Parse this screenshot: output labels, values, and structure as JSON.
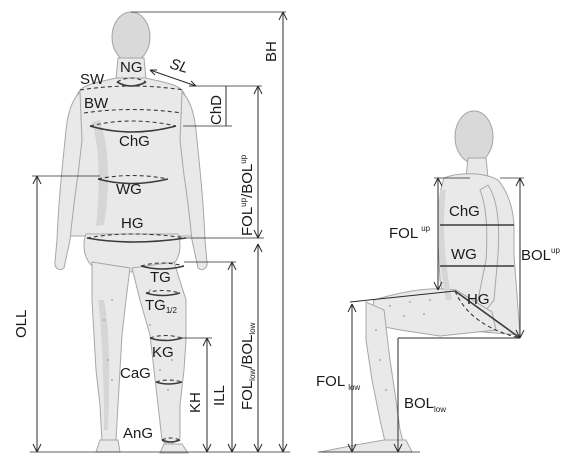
{
  "front_figure": {
    "girths": {
      "neck": "NG",
      "bust": "BW",
      "chest": "ChG",
      "waist": "WG",
      "hip": "HG",
      "thigh": "TG",
      "mid_thigh_main": "TG",
      "mid_thigh_sub": "1/2",
      "knee": "KG",
      "calf": "CaG",
      "ankle": "AnG"
    },
    "lengths": {
      "shoulder_width": "SW",
      "shoulder_length": "SL",
      "chest_depth": "ChD",
      "body_height": "BH",
      "outside_leg": "OLL",
      "inside_leg": "ILL",
      "knee_height": "KH",
      "fol_up_main": "FOL",
      "fol_up_sup": "up",
      "bol_up_main": "/BOL",
      "bol_up_sup": "up",
      "fol_low_main": "FOL",
      "fol_low_sub": "low",
      "bol_low_main": "/BOL",
      "bol_low_sub": "low"
    }
  },
  "seated_figure": {
    "girths": {
      "chest": "ChG",
      "waist": "WG",
      "hip": "HG"
    },
    "lengths": {
      "fol_up_main": "FOL",
      "fol_up_sup": "up",
      "bol_up_main": "BOL",
      "bol_up_sup": "up",
      "fol_low_main": "FOL",
      "fol_low_sub": "low",
      "bol_low_main": "BOL",
      "bol_low_sub": "low"
    }
  }
}
